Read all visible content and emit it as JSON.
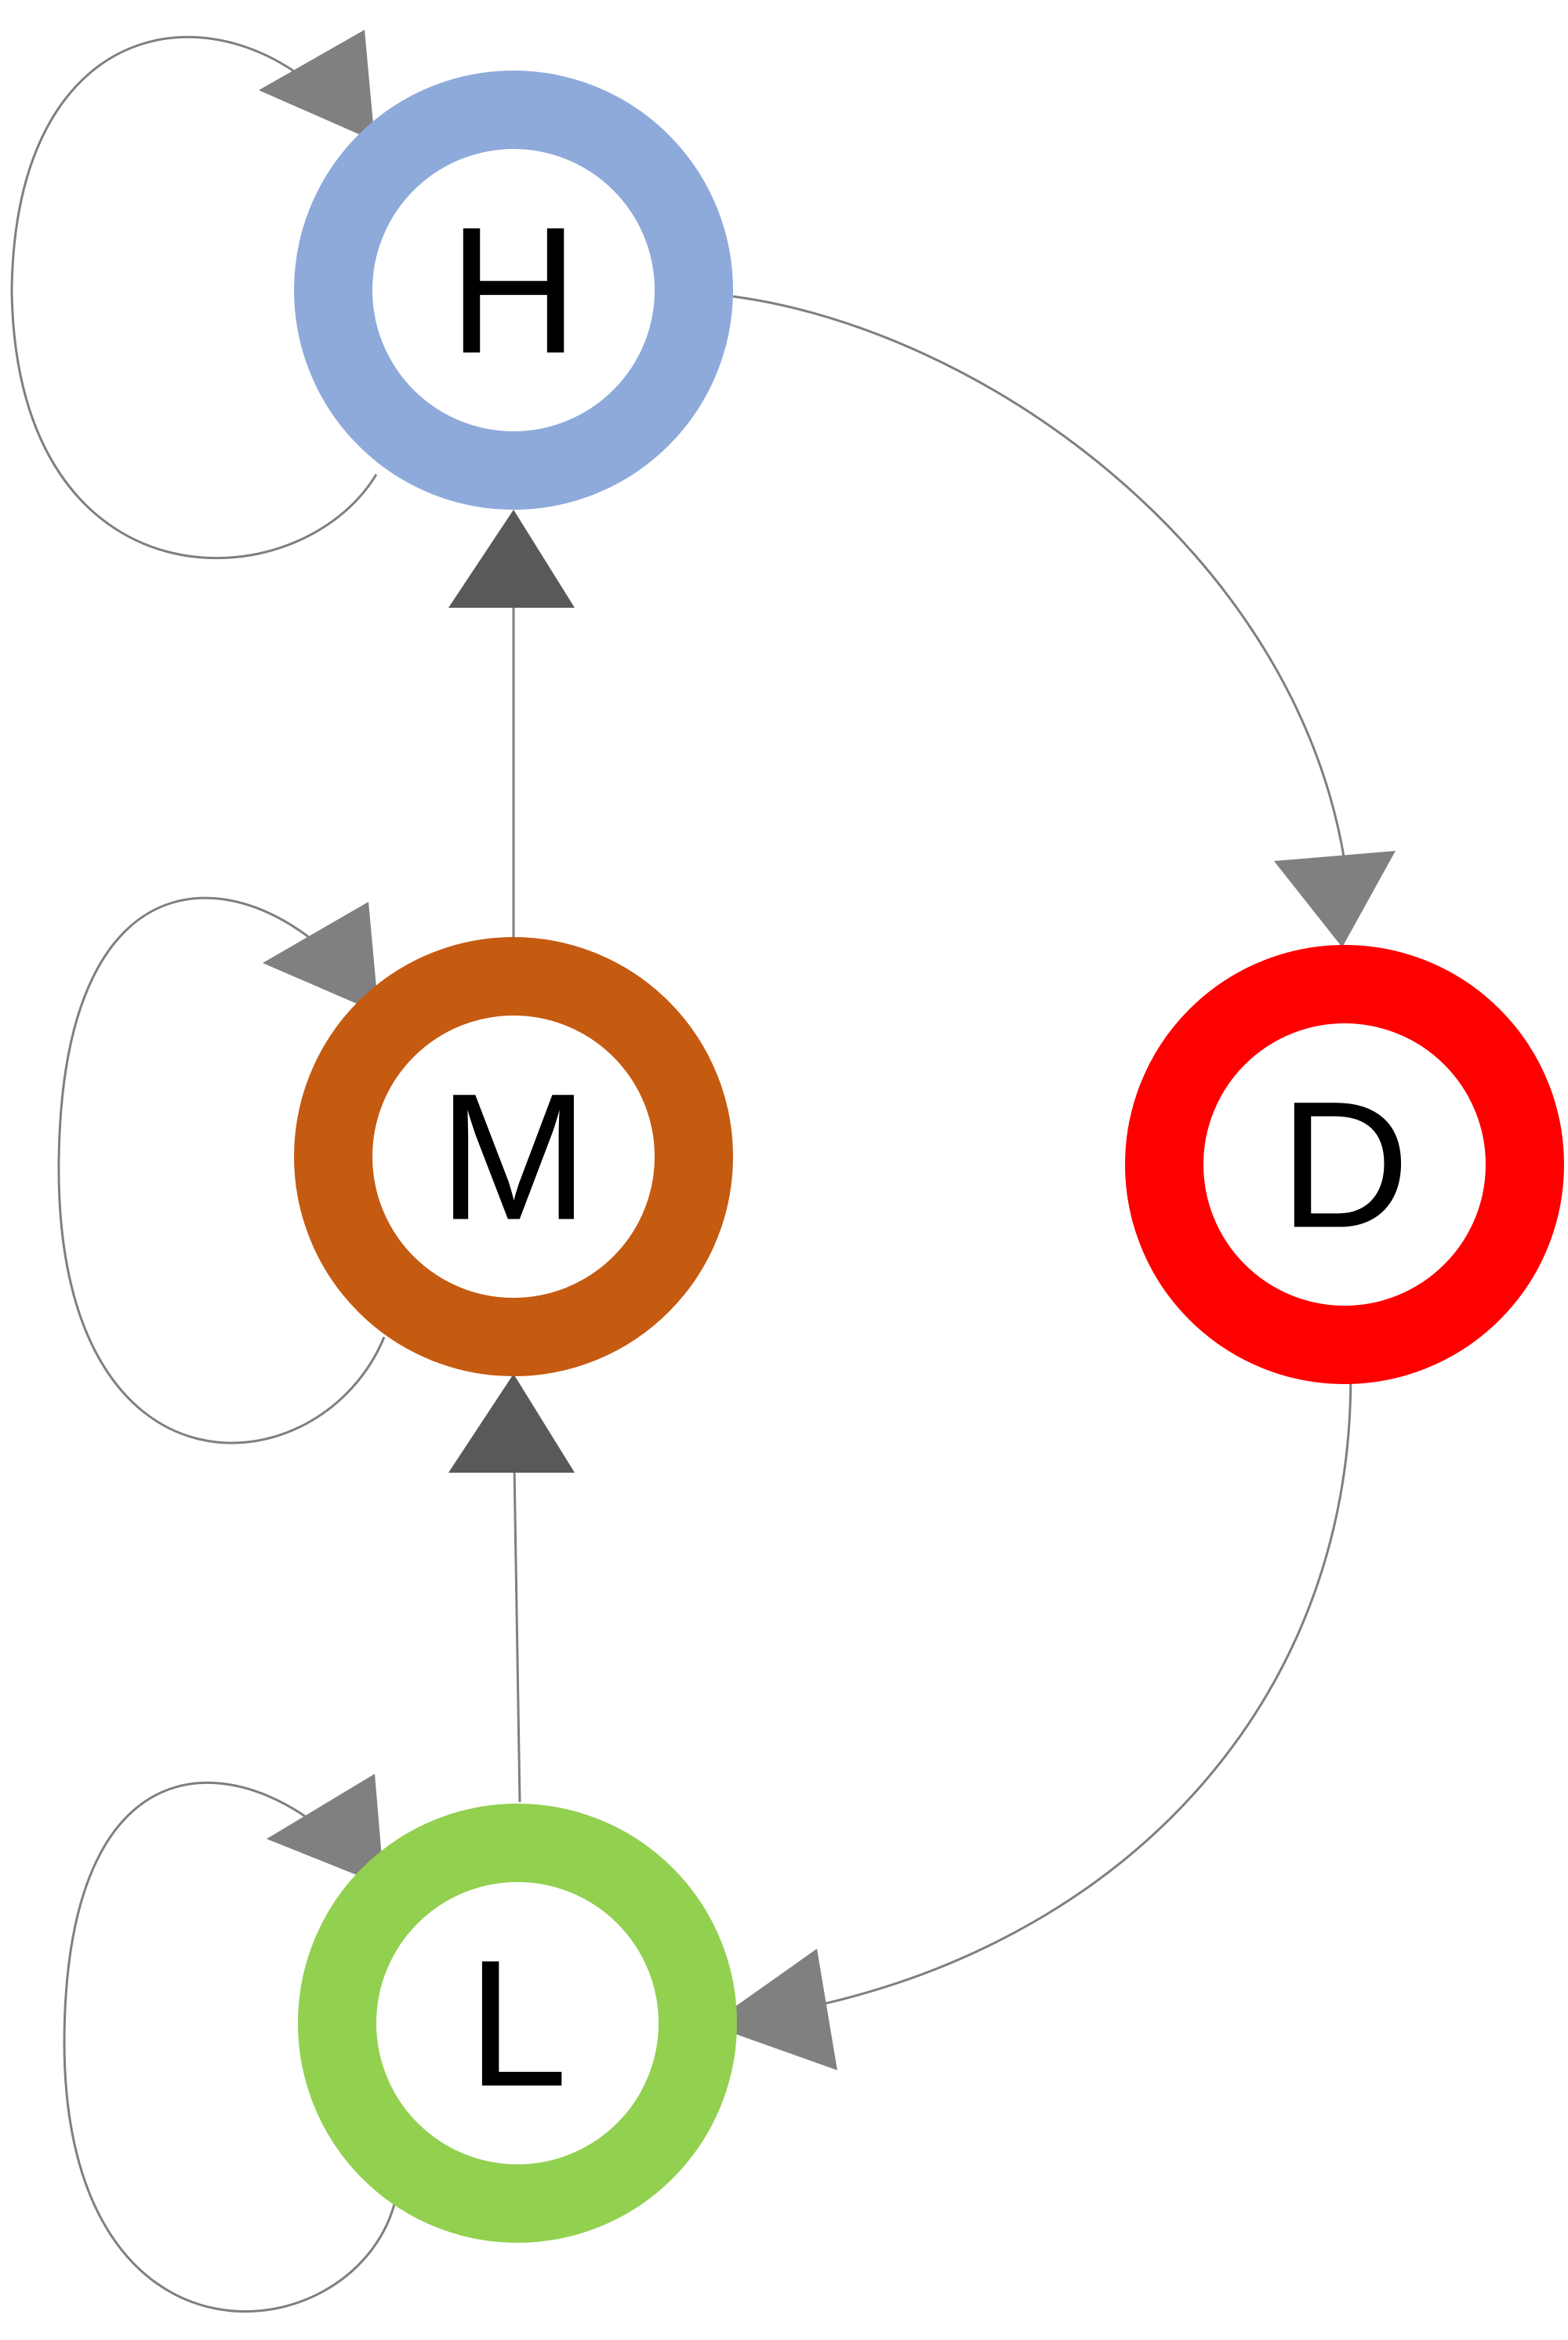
{
  "nodes": [
    {
      "id": "H",
      "label": "H",
      "color": "#8eaadb"
    },
    {
      "id": "M",
      "label": "M",
      "color": "#c55a11"
    },
    {
      "id": "D",
      "label": "D",
      "color": "#ff0000"
    },
    {
      "id": "L",
      "label": "L",
      "color": "#92d050"
    }
  ],
  "edges": [
    {
      "from": "H",
      "to": "H",
      "kind": "self-loop"
    },
    {
      "from": "M",
      "to": "M",
      "kind": "self-loop"
    },
    {
      "from": "L",
      "to": "L",
      "kind": "self-loop"
    },
    {
      "from": "M",
      "to": "H",
      "kind": "straight"
    },
    {
      "from": "L",
      "to": "M",
      "kind": "straight"
    },
    {
      "from": "H",
      "to": "D",
      "kind": "curve"
    },
    {
      "from": "D",
      "to": "L",
      "kind": "curve"
    }
  ],
  "colors": {
    "edge_line": "#7f7f7f",
    "arrow_light": "#808080",
    "arrow_dark": "#595959"
  }
}
